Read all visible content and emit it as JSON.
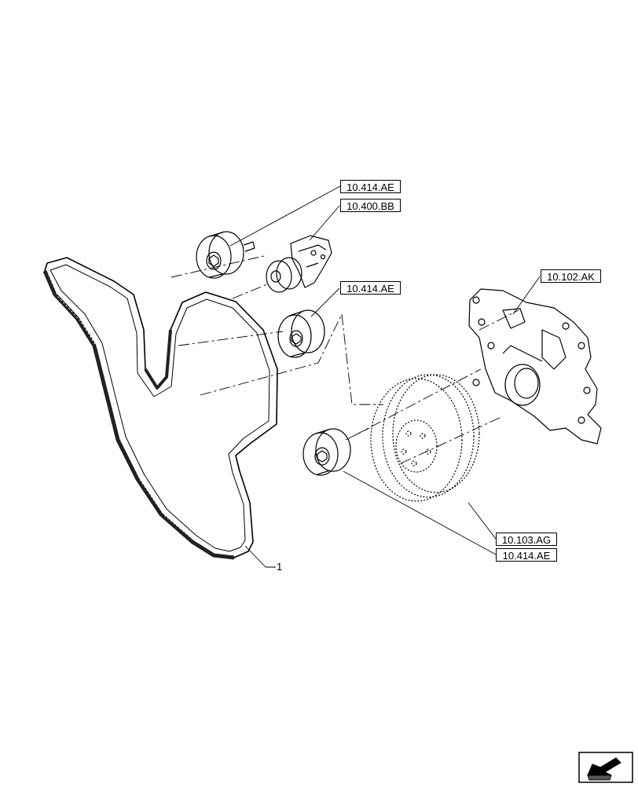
{
  "references": {
    "idler_top": "10.414.AE",
    "tensioner": "10.400.BB",
    "idler_mid": "10.414.AE",
    "cover": "10.102.AK",
    "damper": "10.103.AG",
    "idler_bottom": "10.414.AE"
  },
  "item_number": "1",
  "icons": {
    "navigation": "next-page-arrow-icon"
  }
}
